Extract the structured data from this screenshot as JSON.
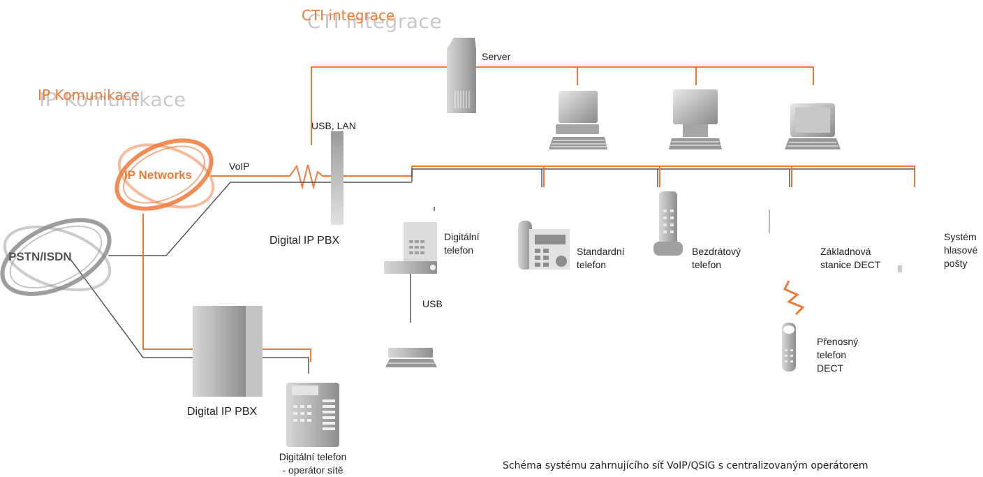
{
  "titles": {
    "cti": "CTI integrace",
    "cti_ghost": "CTI integrace",
    "ip": "IP Komunikace",
    "ip_ghost": "IP Komunikace"
  },
  "clouds": {
    "ip_networks": "IP Networks",
    "pstn": "PSTN/ISDN"
  },
  "labels": {
    "server": "Server",
    "usb_lan": "USB, LAN",
    "voip": "VoIP",
    "pbx_top": "Digital IP PBX",
    "pbx_bottom": "Digital IP PBX",
    "usb": "USB",
    "digital_phone_1": "Digitální",
    "digital_phone_2": "telefon",
    "std_phone_1": "Standardní",
    "std_phone_2": "telefon",
    "wireless_1": "Bezdrátový",
    "wireless_2": "telefon",
    "base_1": "Základnová",
    "base_2": "stanice DECT",
    "voicemail_1": "Systém",
    "voicemail_2": "hlasové",
    "voicemail_3": "pošty",
    "portable_1": "Přenosný",
    "portable_2": "telefon",
    "portable_3": "DECT",
    "operator_1": "Digitální telefon",
    "operator_2": "- operátor sítě"
  },
  "caption": "Schéma systému zahrnujícího síť  VoIP/QSIG s centralizovaným operátorem",
  "colors": {
    "orange": "#ee7a3a",
    "line_gray": "#555555",
    "device_gray": "#a8a8a8"
  }
}
